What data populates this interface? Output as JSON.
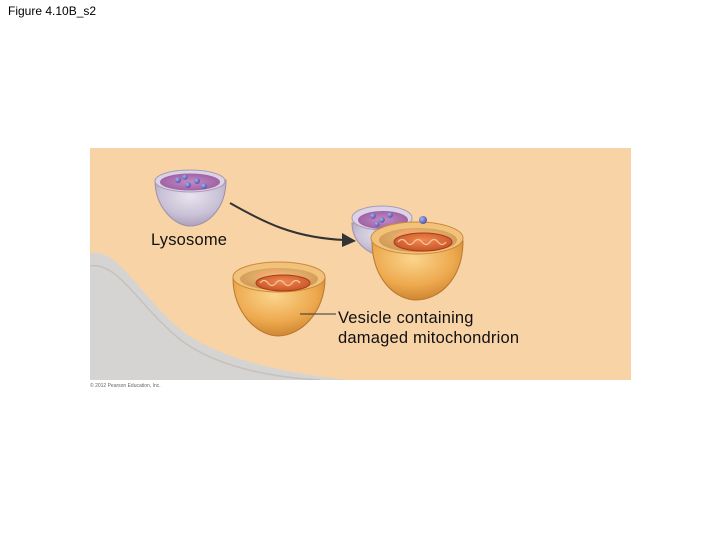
{
  "slide": {
    "title": "Figure 4.10B_s2"
  },
  "figure": {
    "labels": {
      "lysosome": "Lysosome",
      "vesicle_line1": "Vesicle containing",
      "vesicle_line2": "damaged mitochondrion"
    },
    "copyright": "© 2012 Pearson Education, Inc."
  },
  "colors": {
    "cytoplasm": "#F7D3A6",
    "membrane": "#D8D6D4",
    "lysosome": "#B77FB9",
    "enzyme": "#6E6FC0",
    "vesicle": "#E8A34F",
    "mitochondrion": "#D85A2A"
  }
}
